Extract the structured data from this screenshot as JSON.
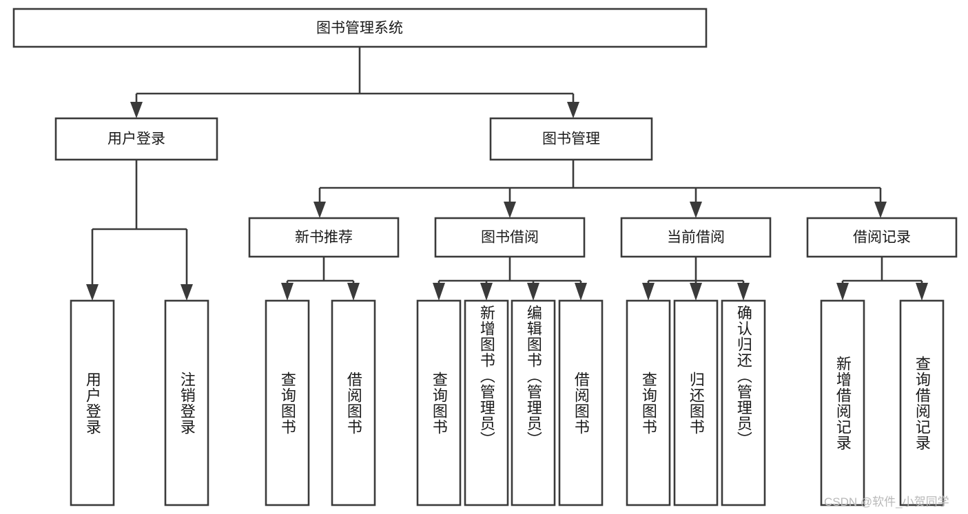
{
  "diagram": {
    "type": "tree",
    "orientation": "top-down",
    "root": {
      "id": "root",
      "label": "图书管理系统"
    },
    "level2": [
      {
        "id": "user-login",
        "label": "用户登录"
      },
      {
        "id": "book-manage",
        "label": "图书管理"
      }
    ],
    "level3": [
      {
        "id": "new-book-rec",
        "label": "新书推荐",
        "parent": "book-manage"
      },
      {
        "id": "book-borrow",
        "label": "图书借阅",
        "parent": "book-manage"
      },
      {
        "id": "current-borrow",
        "label": "当前借阅",
        "parent": "book-manage"
      },
      {
        "id": "borrow-record",
        "label": "借阅记录",
        "parent": "book-manage"
      }
    ],
    "leaves": [
      {
        "id": "leaf-user-login",
        "label": "用户登录",
        "parent": "user-login"
      },
      {
        "id": "leaf-logout",
        "label": "注销登录",
        "parent": "user-login"
      },
      {
        "id": "leaf-query-book-1",
        "label": "查询图书",
        "parent": "new-book-rec"
      },
      {
        "id": "leaf-borrow-book-1",
        "label": "借阅图书",
        "parent": "new-book-rec"
      },
      {
        "id": "leaf-query-book-2",
        "label": "查询图书",
        "parent": "book-borrow"
      },
      {
        "id": "leaf-add-book",
        "label": "新增图书（管理员）",
        "parent": "book-borrow"
      },
      {
        "id": "leaf-edit-book",
        "label": "编辑图书（管理员）",
        "parent": "book-borrow"
      },
      {
        "id": "leaf-borrow-book-2",
        "label": "借阅图书",
        "parent": "book-borrow"
      },
      {
        "id": "leaf-query-book-3",
        "label": "查询图书",
        "parent": "current-borrow"
      },
      {
        "id": "leaf-return-book",
        "label": "归还图书",
        "parent": "current-borrow"
      },
      {
        "id": "leaf-confirm-return",
        "label": "确认归还（管理员）",
        "parent": "current-borrow"
      },
      {
        "id": "leaf-add-record",
        "label": "新增借阅记录",
        "parent": "borrow-record"
      },
      {
        "id": "leaf-query-record",
        "label": "查询借阅记录",
        "parent": "borrow-record"
      }
    ],
    "colors": {
      "stroke": "#3a3a3a",
      "fill": "#ffffff",
      "text": "#1a1a1a",
      "background": "#ffffff",
      "watermark": "#b9b9b9"
    }
  },
  "watermark": {
    "text": "CSDN @软件_小贺同学"
  }
}
